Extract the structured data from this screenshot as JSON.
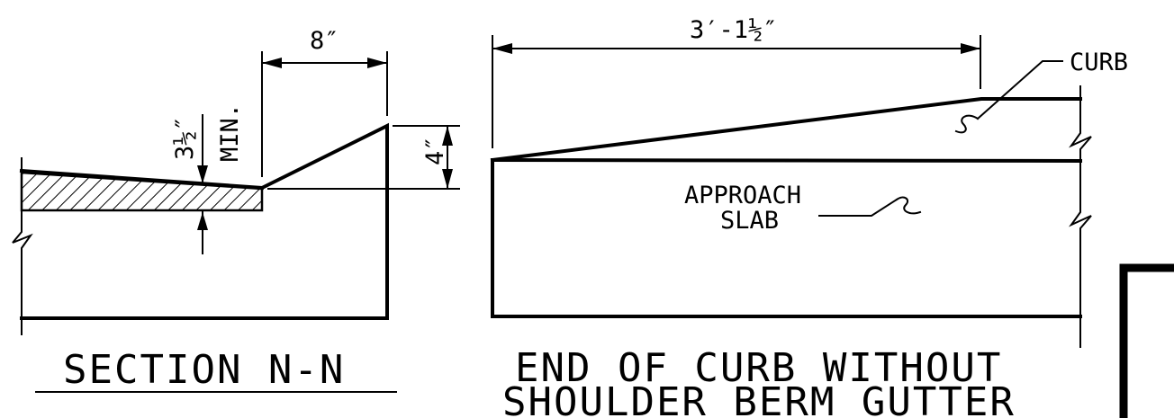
{
  "section_nn": {
    "dim_width": "8″",
    "dim_height": "4″",
    "dim_depth": "3½″",
    "dim_min": "MIN.",
    "title": "SECTION N-N"
  },
  "curb_end": {
    "dim_length": "3′-1½″",
    "curb_label": "CURB",
    "slab_label_1": "APPROACH",
    "slab_label_2": "SLAB",
    "title_1": "END OF CURB WITHOUT",
    "title_2": "SHOULDER BERM GUTTER"
  }
}
